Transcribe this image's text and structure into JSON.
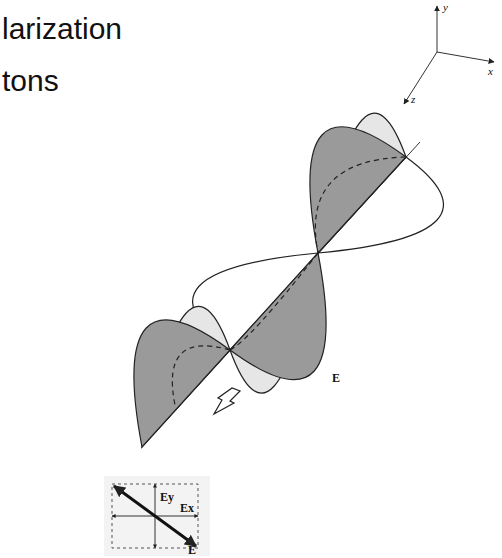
{
  "diagram": {
    "labels": [
      "larization",
      "tons",
      "y",
      "x",
      "z",
      "E",
      "Ey",
      "Ex",
      "E"
    ]
  }
}
